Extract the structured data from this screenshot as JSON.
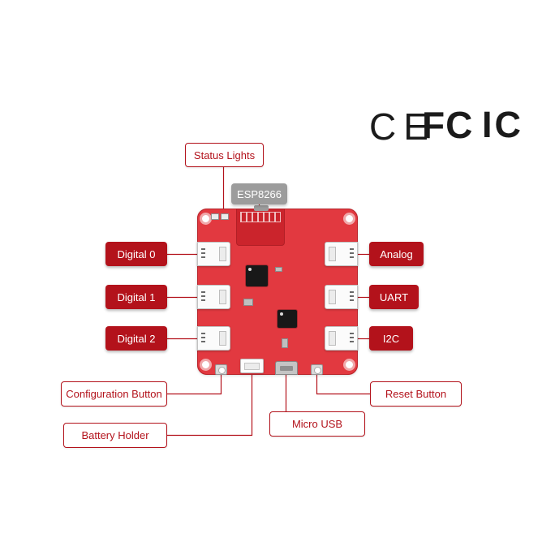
{
  "certifications": {
    "ce": "CE",
    "fcc": "FC",
    "ic": "IC"
  },
  "labels": {
    "status_lights": "Status Lights",
    "esp8266": "ESP8266",
    "digital_0": "Digital 0",
    "digital_1": "Digital 1",
    "digital_2": "Digital 2",
    "analog": "Analog",
    "uart": "UART",
    "i2c": "I2C",
    "configuration_button": "Configuration Button",
    "battery_holder": "Battery Holder",
    "micro_usb": "Micro USB",
    "reset_button": "Reset Button"
  },
  "colors": {
    "callout_red": "#b3121b",
    "pcb_red": "#e23940",
    "esp_module_red": "#cb242c",
    "gray_label": "#9c9c9c",
    "logo_black": "#1b1b1b"
  }
}
